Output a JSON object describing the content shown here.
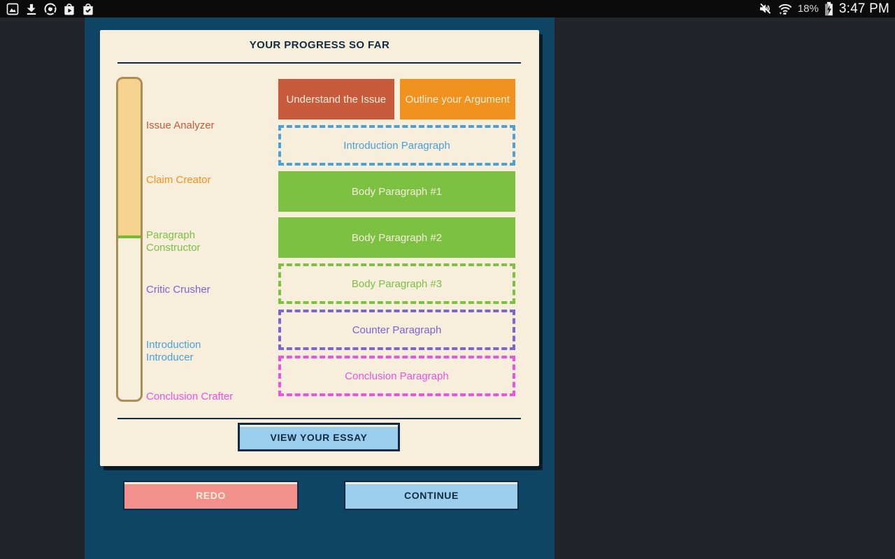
{
  "status_bar": {
    "left_icons": [
      "gallery-icon",
      "download-icon",
      "chrome-icon",
      "play-store-icon",
      "shop-check-icon"
    ],
    "right_icons": [
      "volume-muted-icon",
      "wifi-icon",
      "battery-charging-icon"
    ],
    "battery_percent": "18%",
    "time": "3:47 PM"
  },
  "progress_card": {
    "title": "YOUR PROGRESS SO FAR",
    "progress_bar": {
      "fill_percent": 48.8,
      "fill_color": "#f5d28d",
      "border_color": "#a98e55",
      "marker_color": "#76bc30"
    },
    "milestones": [
      {
        "label": "Issue Analyzer",
        "color": "#c75b3b"
      },
      {
        "label": "Claim Creator",
        "color": "#f0921d"
      },
      {
        "label": "Paragraph Constructor",
        "color": "#7cc142"
      },
      {
        "label": "Critic Crusher",
        "color": "#7a64d6"
      },
      {
        "label": "Introduction Introducer",
        "color": "#4aa0d9"
      },
      {
        "label": "Conclusion Crafter",
        "color": "#ef51e0"
      }
    ],
    "blocks": [
      {
        "label": "Understand the Issue",
        "style": "solid",
        "color": "#c75b3b",
        "size": "half"
      },
      {
        "label": "Outline your Argument",
        "style": "solid",
        "color": "#f0921d",
        "size": "half"
      },
      {
        "label": "Introduction Paragraph",
        "style": "dashed",
        "color": "#4aa0d9",
        "size": "full"
      },
      {
        "label": "Body Paragraph #1",
        "style": "solid",
        "color": "#7cc142",
        "size": "full"
      },
      {
        "label": "Body Paragraph #2",
        "style": "solid",
        "color": "#7cc142",
        "size": "full"
      },
      {
        "label": "Body Paragraph #3",
        "style": "dashed",
        "color": "#7cc142",
        "size": "full"
      },
      {
        "label": "Counter Paragraph",
        "style": "dashed",
        "color": "#7a64d6",
        "size": "full"
      },
      {
        "label": "Conclusion Paragraph",
        "style": "dashed",
        "color": "#ef51e0",
        "size": "full"
      }
    ],
    "view_essay_label": "VIEW YOUR ESSAY"
  },
  "footer": {
    "redo_label": "REDO",
    "continue_label": "CONTINUE"
  },
  "colors": {
    "screen_bg": "#212529",
    "panel_bg": "#0e4564",
    "card_bg": "#f7eedc",
    "navy": "#112c42",
    "light_blue": "#9bcdec",
    "salmon": "#f2918b",
    "cream_text": "#f7eedc"
  }
}
